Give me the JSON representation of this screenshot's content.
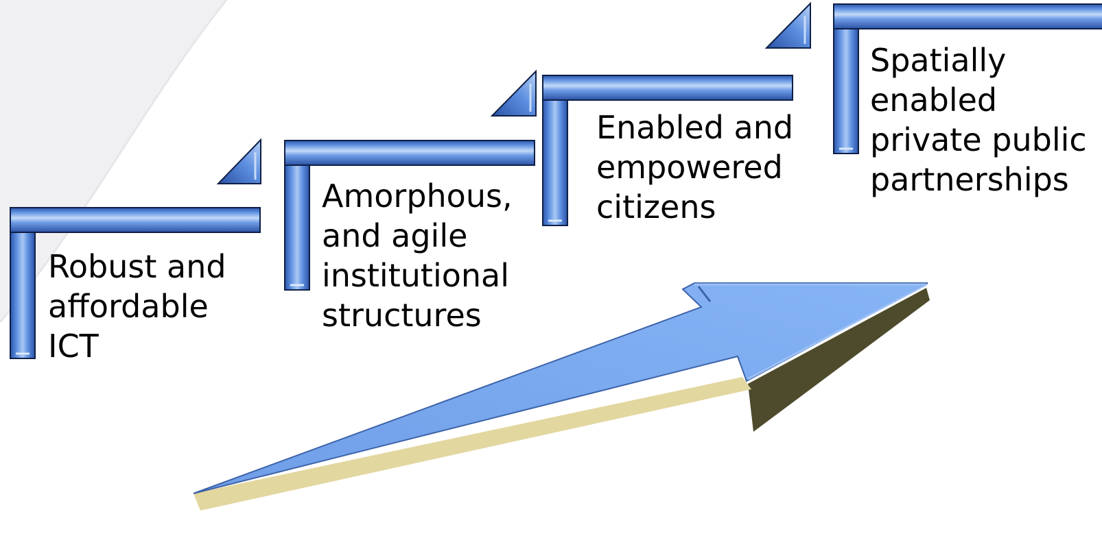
{
  "colors": {
    "bracket_fill": "#4a78d0",
    "bracket_highlight": "#b9d2f6",
    "bracket_outline": "#0e1f45",
    "arrow_top": "#7aaaf0",
    "arrow_side": "#e3d7a0",
    "arrow_shadow": "#4d4b2c",
    "background_swoosh": "#f0f0f2"
  },
  "steps": [
    {
      "lines": [
        "Robust and",
        "affordable",
        "ICT"
      ]
    },
    {
      "lines": [
        "Amorphous,",
        "and agile",
        "institutional",
        "structures"
      ]
    },
    {
      "lines": [
        "Enabled and",
        "empowered",
        "citizens"
      ]
    },
    {
      "lines": [
        "Spatially",
        "enabled",
        "private public",
        "partnerships"
      ]
    }
  ]
}
